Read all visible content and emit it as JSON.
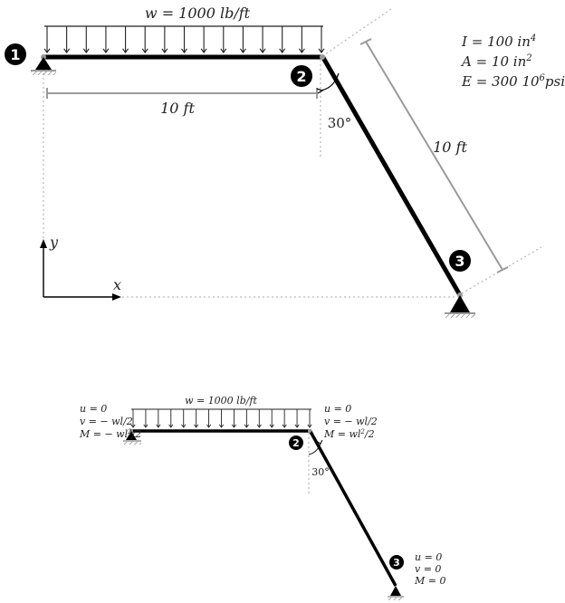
{
  "colors": {
    "member": "#000000",
    "dimension": "#9a9a9a",
    "guide": "#a8a8a8",
    "load": "#222222",
    "text": "#222222",
    "node_fill": "#000000",
    "node_text": "#ffffff"
  },
  "top": {
    "load_label": "w = 1000 lb/ft",
    "nodes": [
      "1",
      "2",
      "3"
    ],
    "dim_horizontal": "10 ft",
    "dim_inclined": "10 ft",
    "angle": "30°",
    "axis_x": "x",
    "axis_y": "y",
    "props": [
      {
        "name": "I = 100 in",
        "sup": "4",
        "rest": ""
      },
      {
        "name": "A = 10 in",
        "sup": "2",
        "rest": ""
      },
      {
        "name": "E = 300 10",
        "sup": "6",
        "rest": "psi"
      }
    ]
  },
  "bottom": {
    "load_label": "w = 1000 lb/ft",
    "nodes": [
      "2",
      "3"
    ],
    "angle": "30°",
    "bc_left": [
      {
        "text": "u = 0",
        "sup": "",
        "rest": ""
      },
      {
        "text": "v = − wl/2",
        "sup": "",
        "rest": ""
      },
      {
        "text": "M = − wl",
        "sup": "2",
        "rest": "/2"
      }
    ],
    "bc_node2": [
      {
        "text": "u = 0",
        "sup": "",
        "rest": ""
      },
      {
        "text": "v = − wl/2",
        "sup": "",
        "rest": ""
      },
      {
        "text": "M = wl",
        "sup": "2",
        "rest": "/2"
      }
    ],
    "bc_node3": [
      {
        "text": "u = 0",
        "sup": "",
        "rest": ""
      },
      {
        "text": "v = 0",
        "sup": "",
        "rest": ""
      },
      {
        "text": "M = 0",
        "sup": "",
        "rest": ""
      }
    ]
  }
}
